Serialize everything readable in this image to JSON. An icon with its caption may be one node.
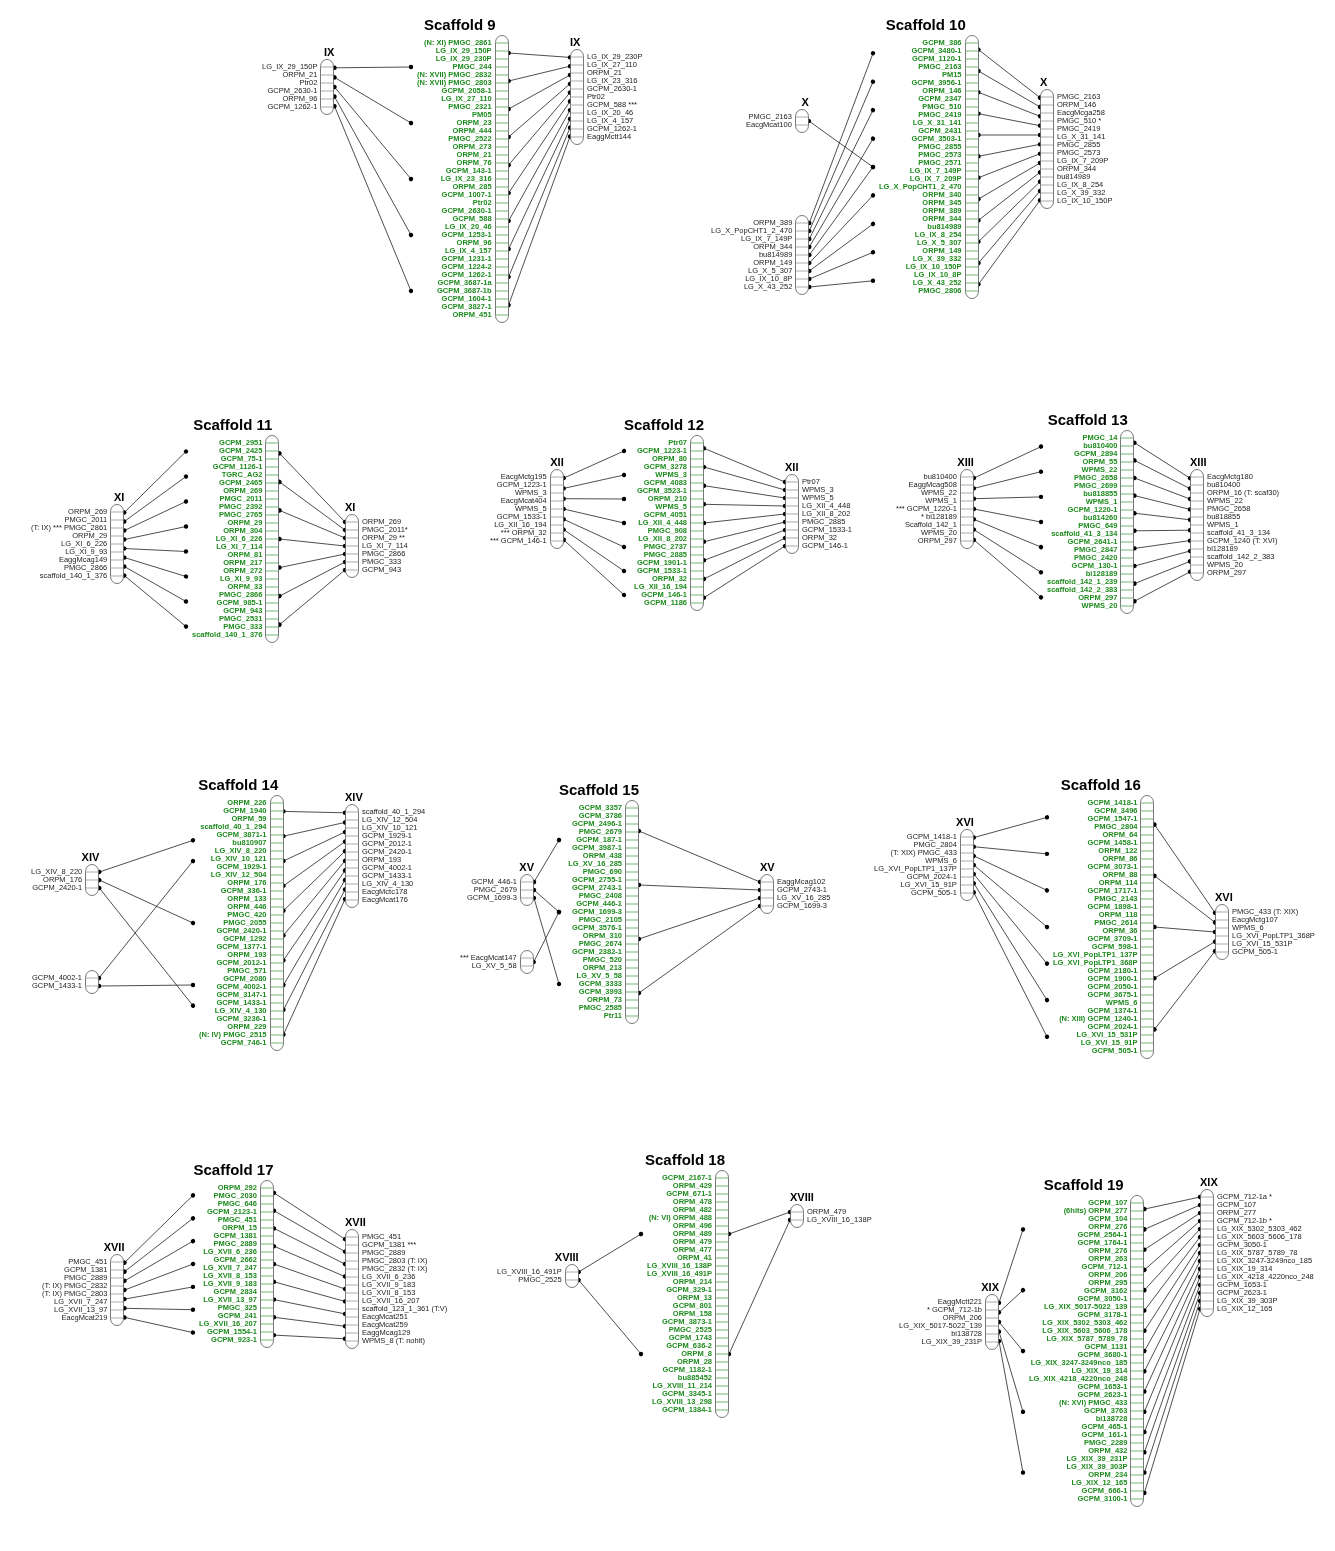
{
  "diagram": {
    "nodes": [
      {
        "text": [
          "IX"
        ],
        "beside": [
          "LG_IX_29_150P",
          "ORPM_21",
          "Ptr02",
          "GCPM_2630-1",
          "ORPM_96",
          "GCPM_1262-1"
        ]
      },
      {
        "text": [
          "Scaffold 9"
        ],
        "beside": [
          "(N: XI) PMGC_2861",
          "LG_IX_29_150P",
          "LG_IX_29_230P",
          "PMGC_244",
          "(N: XVII) PMGC_2832",
          "(N: XVII) PMGC_2803",
          "GCPM_2058-1",
          "LG_IX_27_110",
          "PMGC_2321",
          "PM05",
          "ORPM_23",
          "ORPM_444",
          "PMGC_2522",
          "ORPM_273",
          "ORPM_21",
          "ORPM_76",
          "GCPM_143-1",
          "LG_IX_23_316",
          "ORPM_285",
          "GCPM_1007-1",
          "Ptr02",
          "GCPM_2630-1",
          "GCPM_588",
          "LG_IX_20_46",
          "GCPM_1253-1",
          "ORPM_96",
          "LG_IX_4_157",
          "GCPM_1231-1",
          "GCPM_1224-2",
          "GCPM_1262-1",
          "GCPM_3687-1a",
          "GCPM_3687-1b",
          "GCPM_1604-1",
          "GCPM_3827-1",
          "ORPM_451"
        ]
      },
      {
        "text": [
          "IX"
        ],
        "beside": [
          "LG_IX_29_230P",
          "LG_IX_27_110",
          "ORPM_21",
          "LG_IX_23_316",
          "GCPM_2630-1",
          "Ptr02",
          "GCPM_588 ***",
          "LG_IX_20_46",
          "LG_IX_4_157",
          "GCPM_1262-1",
          "EaggMctt144"
        ]
      },
      {
        "text": [
          "X"
        ],
        "beside": [
          "PMGC_2163",
          "EacgMcat100"
        ]
      },
      {
        "text": [],
        "shape": "bar",
        "beside": [
          "ORPM_389",
          "LG_X_PopCHT1_2_470",
          "LG_IX_7_149P",
          "ORPM_344",
          "bu814989",
          "ORPM_149",
          "LG_X_5_307",
          "LG_IX_10_8P",
          "LG_X_43_252"
        ]
      },
      {
        "text": [
          "Scaffold 10"
        ],
        "beside": [
          "GCPM_386",
          "GCPM_3480-1",
          "GCPM_1120-1",
          "PMGC_2163",
          "PM15",
          "GCPM_3956-1",
          "ORPM_146",
          "GCPM_2347",
          "PMGC_510",
          "PMGC_2419",
          "LG_X_31_141",
          "GCPM_2431",
          "GCPM_3503-1",
          "PMGC_2855",
          "PMGC_2573",
          "PMGC_2571",
          "LG_IX_7_149P",
          "LG_IX_7_209P",
          "LG_X_PopCHT1_2_470",
          "ORPM_340",
          "ORPM_345",
          "ORPM_389",
          "ORPM_344",
          "bu814989",
          "LG_IX_8_254",
          "LG_X_5_307",
          "ORPM_149",
          "LG_X_39_332",
          "LG_IX_10_150P",
          "LG_IX_10_8P",
          "LG_X_43_252",
          "PMGC_2806"
        ]
      },
      {
        "text": [
          "X"
        ],
        "beside": [
          "PMGC_2163",
          "ORPM_146",
          "EacgMcga258",
          "PMGC_510 *",
          "PMGC_2419",
          "LG_X_31_141",
          "PMGC_2855",
          "PMGC_2573",
          "LG_IX_7_209P",
          "ORPM_344",
          "bu814989",
          "LG_IX_8_254",
          "LG_X_39_332",
          "LG_IX_10_150P"
        ]
      },
      {
        "text": [
          "XI"
        ],
        "beside": [
          "ORPM_269",
          "PMGC_2011",
          "(T: IX) *** PMGC_2861",
          "ORPM_29",
          "LG_XI_6_226",
          "LG_XI_9_93",
          "EaggMcag149",
          "PMGC_2866",
          "scaffold_140_1_376"
        ]
      },
      {
        "text": [
          "Scaffold 11"
        ],
        "beside": [
          "GCPM_2951",
          "GCPM_2425",
          "GCPM_75-1",
          "GCPM_1126-1",
          "TGRC_AG2",
          "GCPM_2465",
          "ORPM_269",
          "PMGC_2011",
          "PMGC_2392",
          "PMGC_2765",
          "ORPM_29",
          "ORPM_304",
          "LG_XI_6_226",
          "LG_XI_7_114",
          "ORPM_81",
          "ORPM_217",
          "ORPM_272",
          "LG_XI_9_93",
          "ORPM_33",
          "PMGC_2866",
          "GCPM_985-1",
          "GCPM_943",
          "PMGC_2531",
          "PMGC_333",
          "scaffold_140_1_376"
        ]
      },
      {
        "text": [
          "XI"
        ],
        "beside": [
          "ORPM_269",
          "PMGC_2011*",
          "ORPM_29 **",
          "LG_XI_7_114",
          "PMGC_2866",
          "PMGC_333",
          "GCPM_943"
        ]
      },
      {
        "text": [
          "XII"
        ],
        "beside": [
          "EacgMctg195",
          "GCPM_1223-1",
          "WPMS_3",
          "EacgMcat404",
          "WPMS_5",
          "GCPM_1533-1",
          "LG_XII_16_194",
          "*** ORPM_32",
          "*** GCPM_146-1"
        ]
      },
      {
        "text": [
          "Scaffold 12"
        ],
        "beside": [
          "Ptr07",
          "GCPM_1223-1",
          "ORPM_80",
          "GCPM_3278",
          "WPMS_3",
          "GCPM_4083",
          "GCPM_3523-1",
          "ORPM_210",
          "WPMS_5",
          "GCPM_4051",
          "LG_XII_4_448",
          "PMGC_908",
          "LG_XII_8_202",
          "PMGC_2737",
          "PMGC_2885",
          "GCPM_1901-1",
          "GCPM_1533-1",
          "ORPM_32",
          "LG_XII_16_194",
          "GCPM_146-1",
          "GCPM_1186"
        ]
      },
      {
        "text": [
          "XII"
        ],
        "beside": [
          "Ptr07",
          "WPMS_3",
          "WPMS_5",
          "LG_XII_4_448",
          "LG_XII_8_202",
          "PMGC_2885",
          "GCPM_1533-1",
          "ORPM_32",
          "GCPM_146-1"
        ]
      },
      {
        "text": [
          "XIII"
        ],
        "beside": [
          "bu810400",
          "EaggMcag508",
          "WPMS_22",
          "WPMS_1",
          "*** GCPM_1220-1",
          "* bi128189",
          "Scaffold_142_1",
          "WPMS_20",
          "ORPM_297"
        ]
      },
      {
        "text": [
          "Scaffold 13"
        ],
        "beside": [
          "PMGC_14",
          "bu810400",
          "GCPM_2894",
          "ORPM_55",
          "WPMS_22",
          "PMGC_2658",
          "PMGC_2699",
          "bu818855",
          "WPMS_1",
          "GCPM_1220-1",
          "bu814260",
          "PMGC_649",
          "scaffold_41_3_134",
          "GCPM_2641-1",
          "PMGC_2847",
          "PMGC_2420",
          "GCPM_130-1",
          "bi128189",
          "scaffold_142_1_239",
          "scaffold_142_2_383",
          "ORPM_297",
          "WPMS_20"
        ]
      },
      {
        "text": [
          "XIII"
        ],
        "beside": [
          "EacgMctg180",
          "bu810400",
          "ORPM_16 (T: scaf30)",
          "WPMS_22",
          "PMGC_2658",
          "bu818855",
          "WPMS_1",
          "scaffold_41_3_134",
          "GCPM_1240 (T: XVI)",
          "bi128189",
          "scaffold_142_2_383",
          "WPMS_20",
          "ORPM_297"
        ]
      },
      {
        "text": [
          "XIV"
        ],
        "beside": [
          "LG_XIV_8_220",
          "ORPM_176",
          "GCPM_2420-1"
        ]
      },
      {
        "text": [],
        "shape": "bar",
        "beside": [
          "GCPM_4002-1",
          "GCPM_1433-1"
        ]
      },
      {
        "text": [
          "Scaffold 14"
        ],
        "beside": [
          "ORPM_226",
          "GCPM_1940",
          "ORPM_59",
          "scaffold_40_1_294",
          "GCPM_3871-1",
          "bu810907",
          "LG_XIV_8_220",
          "LG_XIV_10_121",
          "GCPM_1929-1",
          "LG_XIV_12_504",
          "ORPM_176",
          "GCPM_336-1",
          "ORPM_133",
          "ORPM_446",
          "PMGC_420",
          "PMGC_2055",
          "GCPM_2420-1",
          "GCPM_1292",
          "GCPM_1377-1",
          "ORPM_193",
          "GCPM_2012-1",
          "PMGC_571",
          "GCPM_2080",
          "GCPM_4002-1",
          "GCPM_3147-1",
          "GCPM_1433-1",
          "LG_XIV_4_130",
          "GCPM_3236-1",
          "ORPM_229",
          "(N: IV) PMGC_2515",
          "GCPM_746-1"
        ]
      },
      {
        "text": [
          "XIV"
        ],
        "beside": [
          "scaffold_40_1_294",
          "LG_XIV_12_504",
          "LG_XIV_10_121",
          "GCPM_1929-1",
          "GCPM_2012-1",
          "GCPM_2420-1",
          "ORPM_193",
          "GCPM_4002-1",
          "GCPM_1433-1",
          "LG_XIV_4_130",
          "EacgMctc178",
          "EacgMcat176"
        ]
      },
      {
        "text": [
          "XV"
        ],
        "beside": [
          "GCPM_446-1",
          "PMGC_2679",
          "GCPM_1699-3"
        ]
      },
      {
        "text": [],
        "shape": "bar",
        "beside": [
          "*** EacgMcat147",
          "LG_XV_5_58"
        ]
      },
      {
        "text": [
          "Scaffold 15"
        ],
        "beside": [
          "GCPM_3357",
          "GCPM_3786",
          "GCPM_2496-1",
          "PMGC_2679",
          "GCPM_187-1",
          "GCPM_3987-1",
          "ORPM_438",
          "LG_XV_16_285",
          "PMGC_690",
          "GCPM_2755-1",
          "GCPM_2743-1",
          "PMGC_2408",
          "GCPM_446-1",
          "GCPM_1699-3",
          "PMGC_2105",
          "GCPM_3576-1",
          "ORPM_310",
          "PMGC_2674",
          "GCPM_2382-1",
          "PMGC_520",
          "ORPM_213",
          "LG_XV_5_58",
          "GCPM_3333",
          "GCPM_3993",
          "ORPM_73",
          "PMGC_2585",
          "Ptr11"
        ]
      },
      {
        "text": [
          "XV"
        ],
        "beside": [
          "EaggMcag102",
          "GCPM_2743-1",
          "LG_XV_16_285",
          "GCPM_1699-3"
        ]
      },
      {
        "text": [
          "XVI"
        ],
        "beside": [
          "GCPM_1418-1",
          "PMGC_2804",
          "(T: XIX) PMGC_433",
          "WPMS_6",
          "LG_XVI_PopLTP1_137P",
          "GCPM_2024-1",
          "LG_XVI_15_91P",
          "GCPM_505-1"
        ]
      },
      {
        "text": [
          "Scaffold 16"
        ],
        "beside": [
          "GCPM_1418-1",
          "GCPM_3496",
          "GCPM_1547-1",
          "PMGC_2804",
          "ORPM_64",
          "GCPM_1458-1",
          "ORPM_122",
          "ORPM_86",
          "GCPM_3073-1",
          "ORPM_88",
          "ORPM_114",
          "GCPM_1717-1",
          "PMGC_2143",
          "GCPM_1898-1",
          "ORPM_118",
          "PMGC_2614",
          "ORPM_36",
          "GCPM_3709-1",
          "GCPM_598-1",
          "LG_XVI_PopLTP1_137P",
          "LG_XVI_PopLTP1_368P",
          "GCPM_2180-1",
          "GCPM_1900-1",
          "GCPM_2050-1",
          "GCPM_3675-1",
          "WPMS_6",
          "GCPM_1374-1",
          "(N: XIII) GCPM_1240-1",
          "GCPM_2024-1",
          "LG_XVI_15_531P",
          "LG_XVI_15_91P",
          "GCPM_505-1"
        ]
      },
      {
        "text": [
          "XVI"
        ],
        "beside": [
          "PMGC_433 (T: XIX)",
          "EacgMctg107",
          "WPMS_6",
          "LG_XVI_PopLTP1_368P",
          "LG_XVI_15_531P",
          "GCPM_505-1"
        ]
      },
      {
        "text": [
          "XVII"
        ],
        "beside": [
          "PMGC_451",
          "GCPM_1381",
          "PMGC_2889",
          "(T: IX) PMGC_2832",
          "(T: IX) PMGC_2803",
          "LG_XVII_7_247",
          "LG_XVII_13_97",
          "EacgMcat219"
        ]
      },
      {
        "text": [
          "Scaffold 17"
        ],
        "beside": [
          "ORPM_292",
          "PMGC_2030",
          "PMGC_646",
          "GCPM_2123-1",
          "PMGC_451",
          "ORPM_15",
          "GCPM_1381",
          "PMGC_2889",
          "LG_XVII_6_236",
          "GCPM_2662",
          "LG_XVII_7_247",
          "LG_XVII_8_153",
          "LG_XVII_9_183",
          "GCPM_2834",
          "LG_XVII_13_97",
          "PMGC_325",
          "GCPM_241",
          "LG_XVII_16_207",
          "GCPM_1554-1",
          "GCPM_923-1"
        ]
      },
      {
        "text": [
          "XVII"
        ],
        "beside": [
          "PMGC_451",
          "GCPM_1381 ***",
          "PMGC_2889",
          "PMGC_2803 (T: IX)",
          "PMGC_2832 (T: IX)",
          "LG_XVII_6_236",
          "LG_XVII_9_183",
          "LG_XVII_8_153",
          "LG_XVII_16_207",
          "scaffold_123_1_361 (T:V)",
          "EacgMcat251",
          "EacgMcat259",
          "EaggMcag129",
          "WPMS_8 (T: nohit)"
        ]
      },
      {
        "text": [
          "XVIII"
        ],
        "beside": [
          "LG_XVIII_16_491P",
          "PMGC_2525"
        ]
      },
      {
        "text": [
          "Scaffold 18"
        ],
        "beside": [
          "GCPM_2167-1",
          "ORPM_429",
          "GCPM_671-1",
          "ORPM_478",
          "ORPM_482",
          "(N: VI) ORPM_488",
          "ORPM_496",
          "ORPM_489",
          "ORPM_479",
          "ORPM_477",
          "ORPM_41",
          "LG_XVIII_16_138P",
          "LG_XVIII_16_491P",
          "ORPM_214",
          "GCPM_329-1",
          "ORPM_13",
          "GCPM_801",
          "ORPM_158",
          "GCPM_3873-1",
          "PMGC_2525",
          "GCPM_1743",
          "GCPM_636-2",
          "ORPM_8",
          "ORPM_28",
          "GCPM_1182-1",
          "bu885452",
          "LG_XVIII_11_214",
          "GCPM_3345-1",
          "LG_XVIII_13_298",
          "GCPM_1384-1"
        ]
      },
      {
        "text": [
          "XVIII"
        ],
        "beside": [
          "ORPM_479",
          "LG_XVIII_16_138P"
        ]
      },
      {
        "text": [
          "XIX"
        ],
        "beside": [
          "EaggMctt221",
          "* GCPM_712-1b",
          "ORPM_206",
          "LG_XIX_5017-5022_139",
          "bi138728",
          "LG_XIX_39_231P"
        ]
      },
      {
        "text": [
          "Scaffold 19"
        ],
        "beside": [
          "GCPM_107",
          "(6hits) ORPM_277",
          "GCPM_104",
          "ORPM_276",
          "GCPM_2564-1",
          "GCPM_1764-1",
          "ORPM_276",
          "ORPM_263",
          "GCPM_712-1",
          "ORPM_206",
          "ORPM_295",
          "GCPM_3162",
          "GCPM_3050-1",
          "LG_XIX_5017-5022_139",
          "GCPM_3178-1",
          "LG_XIX_5302_5303_462",
          "LG_XIX_5603_5606_178",
          "LG_XIX_5787_5789_78",
          "GCPM_1131",
          "GCPM_3680-1",
          "LG_XIX_3247-3249nco_185",
          "LG_XIX_19_314",
          "LG_XIX_4218_4220nco_248",
          "GCPM_1653-1",
          "GCPM_2623-1",
          "(N: XVI) PMGC_433",
          "GCPM_3763",
          "bi138728",
          "GCPM_465-1",
          "GCPM_161-1",
          "PMGC_2289",
          "ORPM_432",
          "LG_XIX_39_231P",
          "LG_XIX_39_303P",
          "ORPM_234",
          "LG_XIX_12_165",
          "GCPM_666-1",
          "GCPM_3100-1"
        ]
      },
      {
        "text": [
          "XIX"
        ],
        "beside": [
          "GCPM_712-1a *",
          "GCPM_107",
          "ORPM_277",
          "GCPM_712-1b *",
          "LG_XIX_5302_5303_462",
          "LG_XIX_5603_5606_178",
          "GCPM_3050-1",
          "LG_XIX_5787_5789_78",
          "LG_XIX_3247-3249nco_185",
          "LG_XIX_19_314",
          "LG_XIX_4218_4220nco_248",
          "GCPM_1653-1",
          "GCPM_2623-1",
          "LG_XIX_39_303P",
          "LG_XIX_12_165"
        ]
      }
    ],
    "edges": [
      {
        "from": 0,
        "to": 1,
        "arrow": "other"
      },
      {
        "from": 0,
        "to": 1,
        "arrow": "other"
      },
      {
        "from": 0,
        "to": 1,
        "arrow": "other"
      },
      {
        "from": 0,
        "to": 1,
        "arrow": "other"
      },
      {
        "from": 0,
        "to": 1,
        "arrow": "other"
      },
      {
        "from": 1,
        "to": 2,
        "arrow": "other"
      },
      {
        "from": 1,
        "to": 2,
        "arrow": "other"
      },
      {
        "from": 1,
        "to": 2,
        "arrow": "other"
      },
      {
        "from": 1,
        "to": 2,
        "arrow": "other"
      },
      {
        "from": 1,
        "to": 2,
        "arrow": "other"
      },
      {
        "from": 1,
        "to": 2,
        "arrow": "other"
      },
      {
        "from": 1,
        "to": 2,
        "arrow": "other"
      },
      {
        "from": 1,
        "to": 2,
        "arrow": "other"
      },
      {
        "from": 1,
        "to": 2,
        "arrow": "other"
      },
      {
        "from": 1,
        "to": 2,
        "arrow": "other"
      },
      {
        "from": 3,
        "to": 5,
        "arrow": "other"
      },
      {
        "from": 4,
        "to": 5,
        "arrow": "other"
      },
      {
        "from": 4,
        "to": 5,
        "arrow": "other"
      },
      {
        "from": 4,
        "to": 5,
        "arrow": "other"
      },
      {
        "from": 4,
        "to": 5,
        "arrow": "other"
      },
      {
        "from": 4,
        "to": 5,
        "arrow": "other"
      },
      {
        "from": 4,
        "to": 5,
        "arrow": "other"
      },
      {
        "from": 4,
        "to": 5,
        "arrow": "other"
      },
      {
        "from": 4,
        "to": 5,
        "arrow": "other"
      },
      {
        "from": 4,
        "to": 5,
        "arrow": "other"
      },
      {
        "from": 5,
        "to": 6,
        "arrow": "other"
      },
      {
        "from": 5,
        "to": 6,
        "arrow": "other"
      },
      {
        "from": 5,
        "to": 6,
        "arrow": "other"
      },
      {
        "from": 5,
        "to": 6,
        "arrow": "other"
      },
      {
        "from": 5,
        "to": 6,
        "arrow": "other"
      },
      {
        "from": 5,
        "to": 6,
        "arrow": "other"
      },
      {
        "from": 5,
        "to": 6,
        "arrow": "other"
      },
      {
        "from": 5,
        "to": 6,
        "arrow": "other"
      },
      {
        "from": 5,
        "to": 6,
        "arrow": "other"
      },
      {
        "from": 5,
        "to": 6,
        "arrow": "other"
      },
      {
        "from": 5,
        "to": 6,
        "arrow": "other"
      },
      {
        "from": 5,
        "to": 6,
        "arrow": "other"
      },
      {
        "from": 7,
        "to": 8,
        "arrow": "other"
      },
      {
        "from": 7,
        "to": 8,
        "arrow": "other"
      },
      {
        "from": 7,
        "to": 8,
        "arrow": "other"
      },
      {
        "from": 7,
        "to": 8,
        "arrow": "other"
      },
      {
        "from": 7,
        "to": 8,
        "arrow": "other"
      },
      {
        "from": 7,
        "to": 8,
        "arrow": "other"
      },
      {
        "from": 7,
        "to": 8,
        "arrow": "other"
      },
      {
        "from": 7,
        "to": 8,
        "arrow": "other"
      },
      {
        "from": 8,
        "to": 9,
        "arrow": "other"
      },
      {
        "from": 8,
        "to": 9,
        "arrow": "other"
      },
      {
        "from": 8,
        "to": 9,
        "arrow": "other"
      },
      {
        "from": 8,
        "to": 9,
        "arrow": "other"
      },
      {
        "from": 8,
        "to": 9,
        "arrow": "other"
      },
      {
        "from": 8,
        "to": 9,
        "arrow": "other"
      },
      {
        "from": 8,
        "to": 9,
        "arrow": "other"
      },
      {
        "from": 10,
        "to": 11,
        "arrow": "other"
      },
      {
        "from": 10,
        "to": 11,
        "arrow": "other"
      },
      {
        "from": 10,
        "to": 11,
        "arrow": "other"
      },
      {
        "from": 10,
        "to": 11,
        "arrow": "other"
      },
      {
        "from": 10,
        "to": 11,
        "arrow": "other"
      },
      {
        "from": 10,
        "to": 11,
        "arrow": "other"
      },
      {
        "from": 10,
        "to": 11,
        "arrow": "other"
      },
      {
        "from": 11,
        "to": 12,
        "arrow": "other"
      },
      {
        "from": 11,
        "to": 12,
        "arrow": "other"
      },
      {
        "from": 11,
        "to": 12,
        "arrow": "other"
      },
      {
        "from": 11,
        "to": 12,
        "arrow": "other"
      },
      {
        "from": 11,
        "to": 12,
        "arrow": "other"
      },
      {
        "from": 11,
        "to": 12,
        "arrow": "other"
      },
      {
        "from": 11,
        "to": 12,
        "arrow": "other"
      },
      {
        "from": 11,
        "to": 12,
        "arrow": "other"
      },
      {
        "from": 11,
        "to": 12,
        "arrow": "other"
      },
      {
        "from": 13,
        "to": 14,
        "arrow": "other"
      },
      {
        "from": 13,
        "to": 14,
        "arrow": "other"
      },
      {
        "from": 13,
        "to": 14,
        "arrow": "other"
      },
      {
        "from": 13,
        "to": 14,
        "arrow": "other"
      },
      {
        "from": 13,
        "to": 14,
        "arrow": "other"
      },
      {
        "from": 13,
        "to": 14,
        "arrow": "other"
      },
      {
        "from": 13,
        "to": 14,
        "arrow": "other"
      },
      {
        "from": 14,
        "to": 15,
        "arrow": "other"
      },
      {
        "from": 14,
        "to": 15,
        "arrow": "other"
      },
      {
        "from": 14,
        "to": 15,
        "arrow": "other"
      },
      {
        "from": 14,
        "to": 15,
        "arrow": "other"
      },
      {
        "from": 14,
        "to": 15,
        "arrow": "other"
      },
      {
        "from": 14,
        "to": 15,
        "arrow": "other"
      },
      {
        "from": 14,
        "to": 15,
        "arrow": "other"
      },
      {
        "from": 14,
        "to": 15,
        "arrow": "other"
      },
      {
        "from": 14,
        "to": 15,
        "arrow": "other"
      },
      {
        "from": 14,
        "to": 15,
        "arrow": "other"
      },
      {
        "from": 16,
        "to": 18,
        "arrow": "other"
      },
      {
        "from": 16,
        "to": 18,
        "arrow": "other"
      },
      {
        "from": 16,
        "to": 18,
        "arrow": "other"
      },
      {
        "from": 17,
        "to": 18,
        "arrow": "other"
      },
      {
        "from": 17,
        "to": 18,
        "arrow": "other"
      },
      {
        "from": 18,
        "to": 19,
        "arrow": "other"
      },
      {
        "from": 18,
        "to": 19,
        "arrow": "other"
      },
      {
        "from": 18,
        "to": 19,
        "arrow": "other"
      },
      {
        "from": 18,
        "to": 19,
        "arrow": "other"
      },
      {
        "from": 18,
        "to": 19,
        "arrow": "other"
      },
      {
        "from": 18,
        "to": 19,
        "arrow": "other"
      },
      {
        "from": 18,
        "to": 19,
        "arrow": "other"
      },
      {
        "from": 18,
        "to": 19,
        "arrow": "other"
      },
      {
        "from": 18,
        "to": 19,
        "arrow": "other"
      },
      {
        "from": 18,
        "to": 19,
        "arrow": "other"
      },
      {
        "from": 20,
        "to": 22,
        "arrow": "other"
      },
      {
        "from": 20,
        "to": 22,
        "arrow": "other"
      },
      {
        "from": 20,
        "to": 22,
        "arrow": "other"
      },
      {
        "from": 21,
        "to": 22,
        "arrow": "other"
      },
      {
        "from": 22,
        "to": 23,
        "arrow": "other"
      },
      {
        "from": 22,
        "to": 23,
        "arrow": "other"
      },
      {
        "from": 22,
        "to": 23,
        "arrow": "other"
      },
      {
        "from": 22,
        "to": 23,
        "arrow": "other"
      },
      {
        "from": 24,
        "to": 25,
        "arrow": "other"
      },
      {
        "from": 24,
        "to": 25,
        "arrow": "other"
      },
      {
        "from": 24,
        "to": 25,
        "arrow": "other"
      },
      {
        "from": 24,
        "to": 25,
        "arrow": "other"
      },
      {
        "from": 24,
        "to": 25,
        "arrow": "other"
      },
      {
        "from": 24,
        "to": 25,
        "arrow": "other"
      },
      {
        "from": 24,
        "to": 25,
        "arrow": "other"
      },
      {
        "from": 25,
        "to": 26,
        "arrow": "other"
      },
      {
        "from": 25,
        "to": 26,
        "arrow": "other"
      },
      {
        "from": 25,
        "to": 26,
        "arrow": "other"
      },
      {
        "from": 25,
        "to": 26,
        "arrow": "other"
      },
      {
        "from": 25,
        "to": 26,
        "arrow": "other"
      },
      {
        "from": 27,
        "to": 28,
        "arrow": "other"
      },
      {
        "from": 27,
        "to": 28,
        "arrow": "other"
      },
      {
        "from": 27,
        "to": 28,
        "arrow": "other"
      },
      {
        "from": 27,
        "to": 28,
        "arrow": "other"
      },
      {
        "from": 27,
        "to": 28,
        "arrow": "other"
      },
      {
        "from": 27,
        "to": 28,
        "arrow": "other"
      },
      {
        "from": 27,
        "to": 28,
        "arrow": "other"
      },
      {
        "from": 28,
        "to": 29,
        "arrow": "other"
      },
      {
        "from": 28,
        "to": 29,
        "arrow": "other"
      },
      {
        "from": 28,
        "to": 29,
        "arrow": "other"
      },
      {
        "from": 28,
        "to": 29,
        "arrow": "other"
      },
      {
        "from": 28,
        "to": 29,
        "arrow": "other"
      },
      {
        "from": 28,
        "to": 29,
        "arrow": "other"
      },
      {
        "from": 28,
        "to": 29,
        "arrow": "other"
      },
      {
        "from": 28,
        "to": 29,
        "arrow": "other"
      },
      {
        "from": 28,
        "to": 29,
        "arrow": "other"
      },
      {
        "from": 30,
        "to": 31,
        "arrow": "other"
      },
      {
        "from": 30,
        "to": 31,
        "arrow": "other"
      },
      {
        "from": 31,
        "to": 32,
        "arrow": "other"
      },
      {
        "from": 31,
        "to": 32,
        "arrow": "other"
      },
      {
        "from": 33,
        "to": 34,
        "arrow": "other"
      },
      {
        "from": 33,
        "to": 34,
        "arrow": "other"
      },
      {
        "from": 33,
        "to": 34,
        "arrow": "other"
      },
      {
        "from": 33,
        "to": 34,
        "arrow": "other"
      },
      {
        "from": 33,
        "to": 34,
        "arrow": "other"
      },
      {
        "from": 34,
        "to": 35,
        "arrow": "other"
      },
      {
        "from": 34,
        "to": 35,
        "arrow": "other"
      },
      {
        "from": 34,
        "to": 35,
        "arrow": "other"
      },
      {
        "from": 34,
        "to": 35,
        "arrow": "other"
      },
      {
        "from": 34,
        "to": 35,
        "arrow": "other"
      },
      {
        "from": 34,
        "to": 35,
        "arrow": "other"
      },
      {
        "from": 34,
        "to": 35,
        "arrow": "other"
      },
      {
        "from": 34,
        "to": 35,
        "arrow": "other"
      },
      {
        "from": 34,
        "to": 35,
        "arrow": "other"
      },
      {
        "from": 34,
        "to": 35,
        "arrow": "other"
      },
      {
        "from": 34,
        "to": 35,
        "arrow": "other"
      },
      {
        "from": 34,
        "to": 35,
        "arrow": "other"
      },
      {
        "from": 34,
        "to": 35,
        "arrow": "other"
      },
      {
        "from": 34,
        "to": 35,
        "arrow": "other"
      },
      {
        "from": 34,
        "to": 35,
        "arrow": "other"
      }
    ]
  }
}
